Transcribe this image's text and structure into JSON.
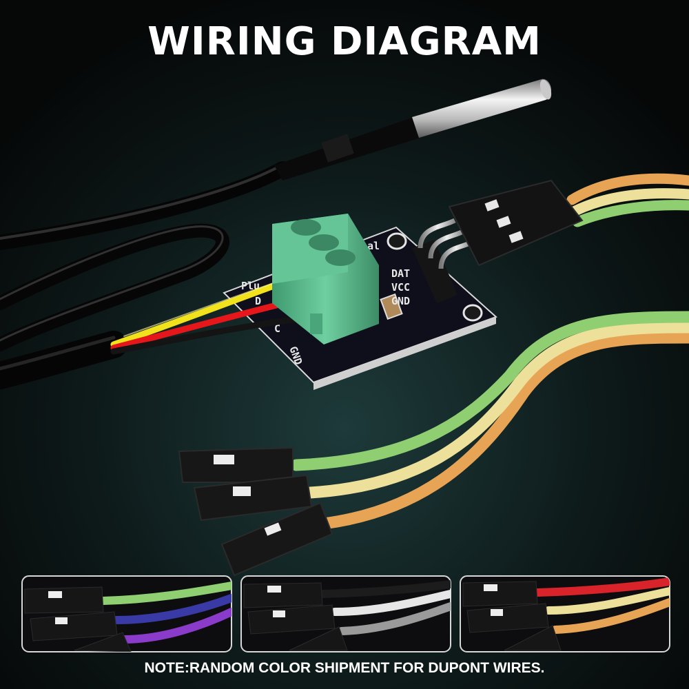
{
  "title": "WIRING DIAGRAM",
  "note": "NOTE:RANDOM COLOR SHIPMENT FOR DUPONT WIRES.",
  "module": {
    "header_pins": [
      "DAT",
      "VCC",
      "GND"
    ],
    "terminal_labels": [
      "Plu",
      "D",
      "C",
      "GND"
    ],
    "corner_text": "nal"
  },
  "colors": {
    "background": "#070a0a",
    "pcb": "#101020",
    "terminal_block": "#5cb98c",
    "wire_yellow": "#f2e21c",
    "wire_red": "#e5171b",
    "wire_black": "#141414",
    "dupont_orange": "#e8a455",
    "dupont_cream": "#ece09a",
    "dupont_green": "#8fcf72",
    "panel_border": "#d8d8d8"
  },
  "variant_panels": [
    {
      "wires": [
        "#8fcf72",
        "#3a3aa6",
        "#8a3bc9"
      ]
    },
    {
      "wires": [
        "#1c1c1c",
        "#e6e6e6",
        "#9a9a9a"
      ]
    },
    {
      "wires": [
        "#d8232a",
        "#ece09a",
        "#e8a455"
      ]
    }
  ]
}
